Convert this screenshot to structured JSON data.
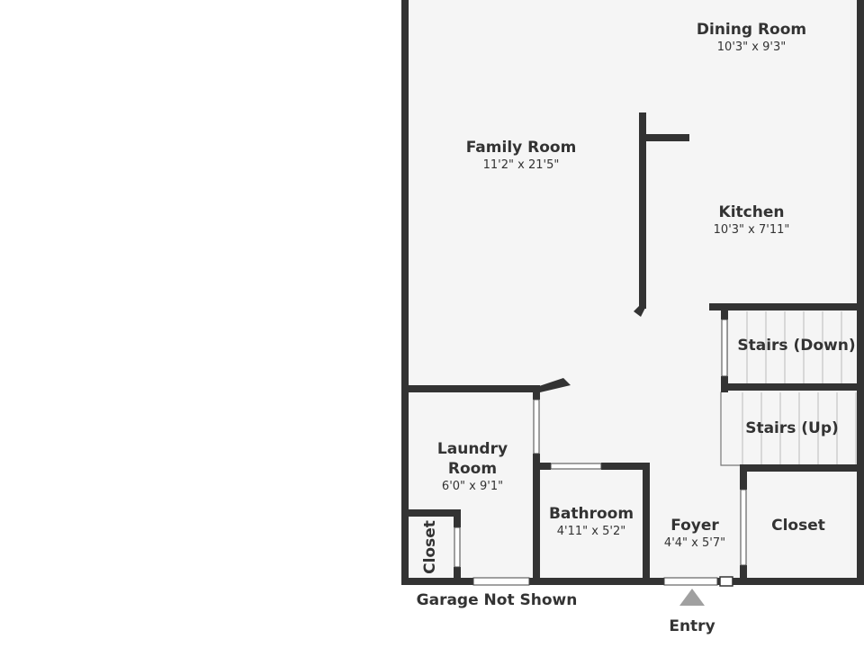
{
  "colors": {
    "wall": "#333333",
    "floor": "#f5f5f5",
    "window": "#ffffff",
    "text": "#333333",
    "arrow": "#a0a0a0"
  },
  "rooms": {
    "dining": {
      "name": "Dining Room",
      "dims": "10'3\" x 9'3\""
    },
    "family": {
      "name": "Family Room",
      "dims": "11'2\" x 21'5\""
    },
    "kitchen": {
      "name": "Kitchen",
      "dims": "10'3\" x 7'11\""
    },
    "stairs_down": {
      "name": "Stairs (Down)"
    },
    "stairs_up": {
      "name": "Stairs (Up)"
    },
    "laundry": {
      "name_line1": "Laundry",
      "name_line2": "Room",
      "dims": "6'0\" x 9'1\""
    },
    "bathroom": {
      "name": "Bathroom",
      "dims": "4'11\" x 5'2\""
    },
    "foyer": {
      "name": "Foyer",
      "dims": "4'4\" x 5'7\""
    },
    "closet_right": {
      "name": "Closet"
    },
    "closet_left": {
      "name": "Closet"
    }
  },
  "notes": {
    "garage": "Garage Not Shown",
    "entry": "Entry"
  },
  "icons": {
    "entry_marker": "triangle-up-icon"
  }
}
